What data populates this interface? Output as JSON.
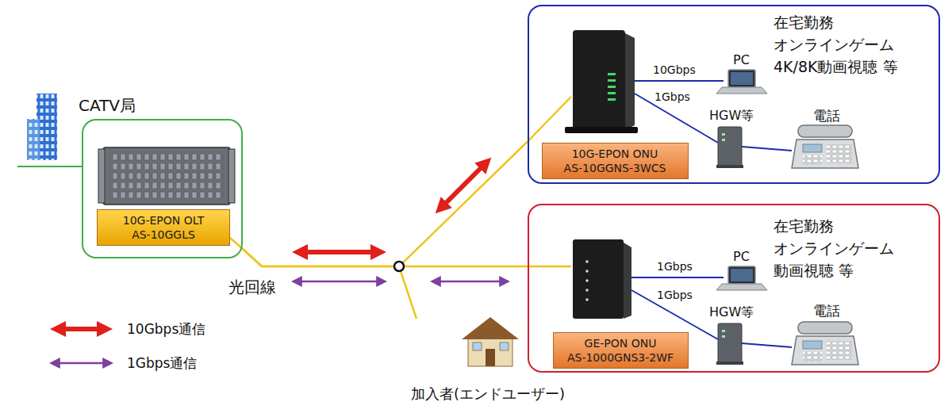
{
  "diagram": {
    "nodes": [
      {
        "text": []
      },
      {
        "text": [
          "10G-EPON OLT",
          "AS-10GGLS"
        ],
        "in": 0
      },
      {
        "text": [
          "在宅勤務 オンラインゲーム 4K/8K動画視聴 等"
        ]
      },
      {
        "text": [
          "10G-EPON ONU",
          "AS-10GGNS-3WCS"
        ],
        "in": 2
      },
      {
        "text": [
          "在宅勤務 オンラインゲーム 動画視聴 等"
        ]
      },
      {
        "text": [
          "GE-PON ONU",
          "AS-1000GNS3-2WF"
        ],
        "in": 4
      }
    ],
    "edges": [
      {
        "from": 0,
        "to": 2,
        "arrow": "none"
      },
      {
        "from": 0,
        "to": 4,
        "arrow": "none"
      }
    ],
    "labels": [
      "CATV局",
      "光回線",
      "10Gbps",
      "1Gbps",
      "PC",
      "HGW等",
      "電話",
      "1Gbps",
      "1Gbps",
      "PC",
      "HGW等",
      "電話",
      "加入者(エンドユーザー)"
    ],
    "legend": [
      {
        "text": "10Gbps通信"
      },
      {
        "text": "1Gbps通信"
      }
    ]
  }
}
